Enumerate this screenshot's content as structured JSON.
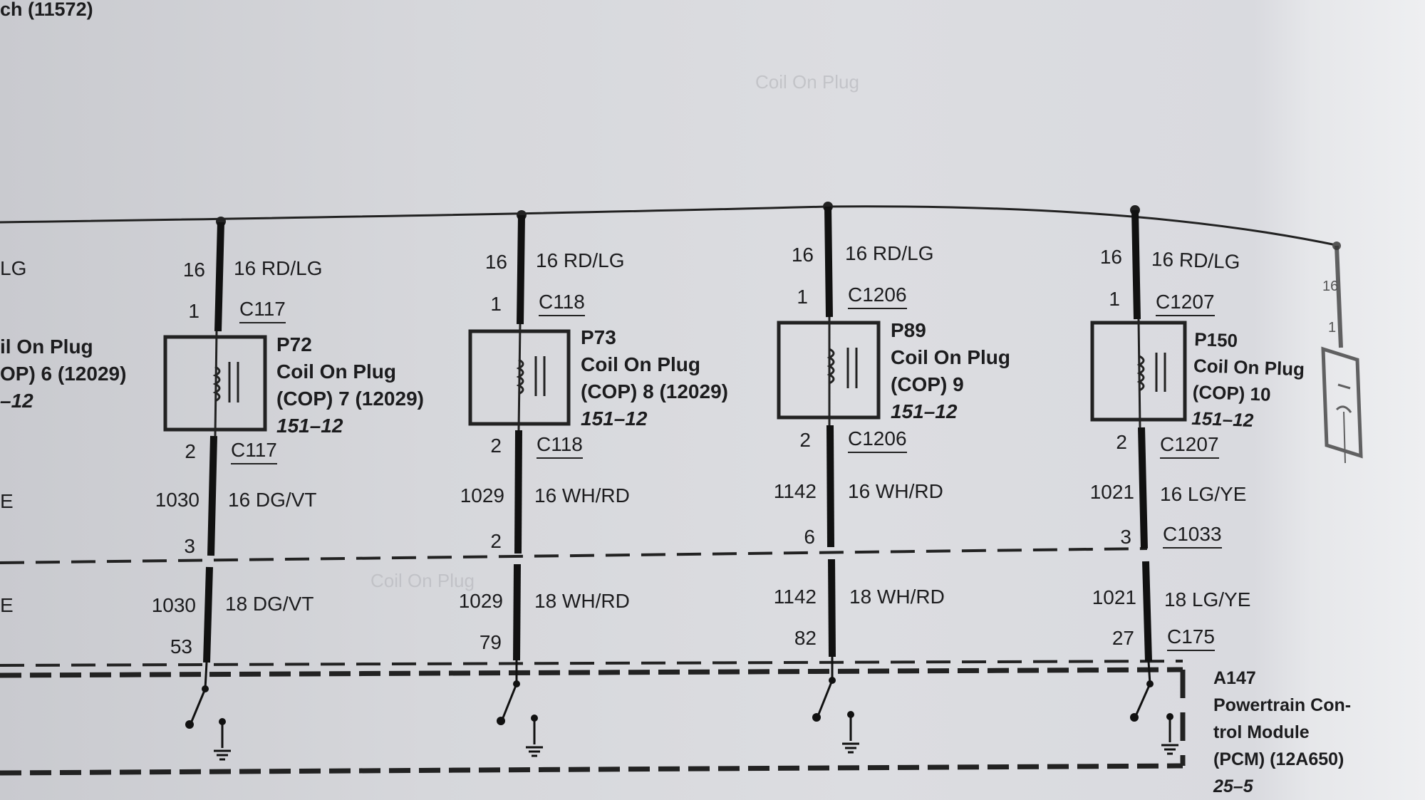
{
  "header": {
    "partial_title": "ch (11572)"
  },
  "bus": {
    "wire_label_top": "16 RD/LG",
    "partial_left_wire": "LG"
  },
  "left_partial": {
    "component_fragment_lines": [
      "il On Plug",
      "OP) 6 (12029)",
      "–12"
    ],
    "wire_fragment_1": "E",
    "wire_fragment_2": "E"
  },
  "coils": [
    {
      "ref": "P72",
      "name": "Coil On Plug",
      "designation": "(COP) 7 (12029)",
      "page_ref": "151–12",
      "top_circuit": "16",
      "top_wire": "16 RD/LG",
      "top_pin": "1",
      "top_connector": "C117",
      "bottom_pin": "2",
      "bottom_connector": "C117",
      "mid_circuit": "1030",
      "mid_wire": "16 DG/VT",
      "mid_pin": "3",
      "mid_connector": "",
      "low_circuit": "1030",
      "low_wire": "18 DG/VT",
      "low_pin": "53",
      "low_connector": ""
    },
    {
      "ref": "P73",
      "name": "Coil On Plug",
      "designation": "(COP) 8 (12029)",
      "page_ref": "151–12",
      "top_circuit": "16",
      "top_wire": "16 RD/LG",
      "top_pin": "1",
      "top_connector": "C118",
      "bottom_pin": "2",
      "bottom_connector": "C118",
      "mid_circuit": "1029",
      "mid_wire": "16 WH/RD",
      "mid_pin": "2",
      "mid_connector": "",
      "low_circuit": "1029",
      "low_wire": "18 WH/RD",
      "low_pin": "79",
      "low_connector": ""
    },
    {
      "ref": "P89",
      "name": "Coil On Plug",
      "designation": "(COP) 9",
      "page_ref": "151–12",
      "top_circuit": "16",
      "top_wire": "16 RD/LG",
      "top_pin": "1",
      "top_connector": "C1206",
      "bottom_pin": "2",
      "bottom_connector": "C1206",
      "mid_circuit": "1142",
      "mid_wire": "16 WH/RD",
      "mid_pin": "6",
      "mid_connector": "",
      "low_circuit": "1142",
      "low_wire": "18 WH/RD",
      "low_pin": "82",
      "low_connector": ""
    },
    {
      "ref": "P150",
      "name": "Coil On Plug",
      "designation": "(COP) 10",
      "page_ref": "151–12",
      "top_circuit": "16",
      "top_wire": "16 RD/LG",
      "top_pin": "1",
      "top_connector": "C1207",
      "bottom_pin": "2",
      "bottom_connector": "C1207",
      "mid_circuit": "1021",
      "mid_wire": "16 LG/YE",
      "mid_pin": "3",
      "mid_connector": "C1033",
      "low_circuit": "1021",
      "low_wire": "18 LG/YE",
      "low_pin": "27",
      "low_connector": "C175"
    }
  ],
  "right_partial": {
    "top_circuit": "16",
    "top_pin": "1"
  },
  "pcm": {
    "ref": "A147",
    "name_line1": "Powertrain Con-",
    "name_line2": "trol Module",
    "name_line3": "(PCM) (12A650)",
    "page_ref": "25–5"
  }
}
